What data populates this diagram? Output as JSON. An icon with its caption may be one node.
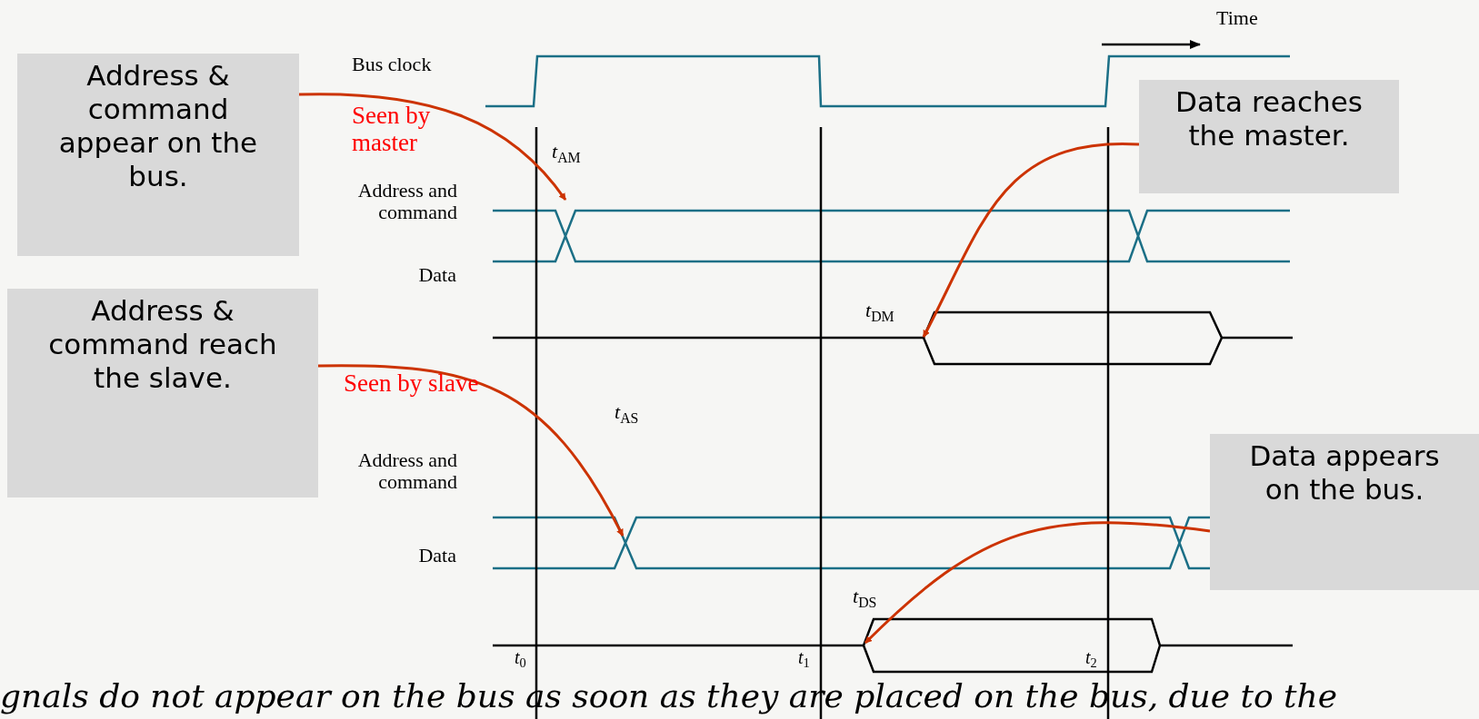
{
  "diagram": {
    "caption": "gnals do not appear on the bus as soon as they are placed on the bus, due to the",
    "nodes": [
      {
        "text": [
          "Address & command appear on the bus."
        ]
      },
      {
        "text": [
          "Data reaches the master."
        ]
      },
      {
        "text": [
          "Address & command reach the slave."
        ]
      },
      {
        "text": [
          "Data appears on the bus."
        ]
      }
    ],
    "edges": [
      {
        "from": 0,
        "to": null,
        "arrow": "to"
      },
      {
        "from": 1,
        "to": null,
        "arrow": "to"
      },
      {
        "from": 2,
        "to": null,
        "arrow": "to"
      },
      {
        "from": 3,
        "to": null,
        "arrow": "to"
      }
    ],
    "labels": [
      "Time",
      "Bus clock",
      "Seen by master",
      "*t*$_{AM}$",
      "Address and command",
      "Data",
      "*t*$_{DM}$",
      "Seen by slave",
      "*t*$_{AS}$",
      "Address and command",
      "Data",
      "*t*$_{DS}$",
      "*t*$_{0}$",
      "*t*$_{1}$",
      "*t*$_{2}$"
    ]
  }
}
